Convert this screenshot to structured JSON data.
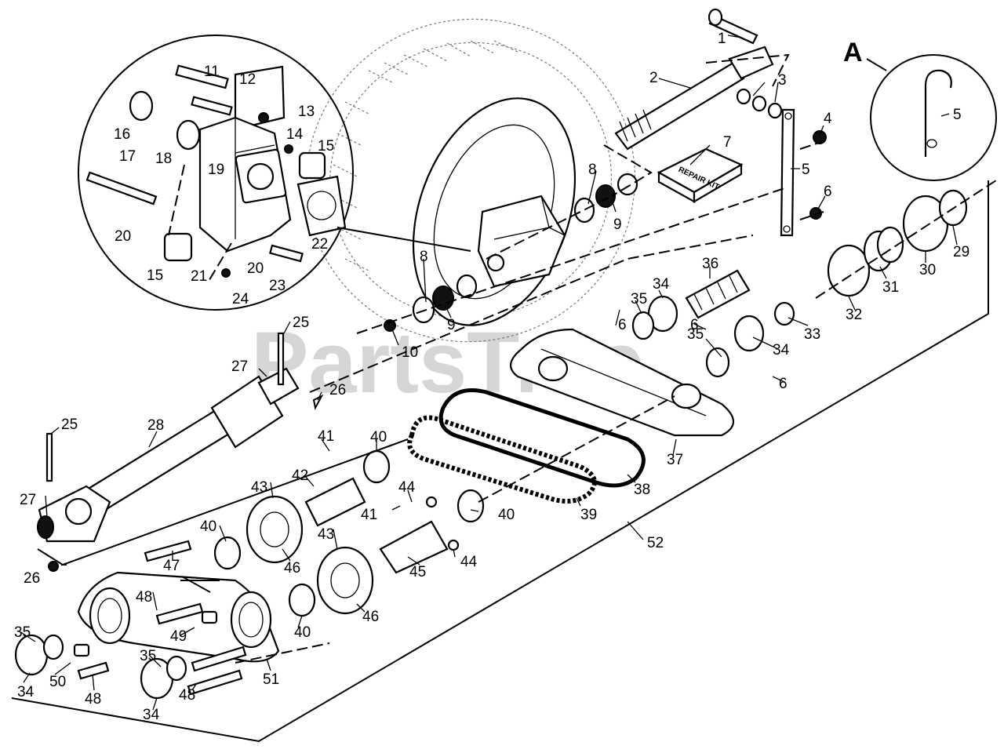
{
  "watermark": "PartsTree",
  "detail_marker": "A",
  "repair_kit_label": "REPAIR KIT",
  "callouts": {
    "c1": "1",
    "c2": "2",
    "c3": "3",
    "c4": "4",
    "c5a": "5",
    "c5b": "5",
    "c6a": "6",
    "c6b": "6",
    "c6c": "6",
    "c6d": "6",
    "c7": "7",
    "c8a": "8",
    "c8b": "8",
    "c9a": "9",
    "c9b": "9",
    "c10": "10",
    "c11": "11",
    "c12": "12",
    "c13": "13",
    "c14": "14",
    "c15a": "15",
    "c15b": "15",
    "c16": "16",
    "c17": "17",
    "c18": "18",
    "c19": "19",
    "c20a": "20",
    "c20b": "20",
    "c21": "21",
    "c22": "22",
    "c23": "23",
    "c24": "24",
    "c25a": "25",
    "c25b": "25",
    "c26a": "26",
    "c26b": "26",
    "c27a": "27",
    "c27b": "27",
    "c28": "28",
    "c29": "29",
    "c30": "30",
    "c31": "31",
    "c32": "32",
    "c33": "33",
    "c34a": "34",
    "c34b": "34",
    "c34c": "34",
    "c34d": "34",
    "c35a": "35",
    "c35b": "35",
    "c35c": "35",
    "c35d": "35",
    "c36": "36",
    "c37": "37",
    "c38": "38",
    "c39": "39",
    "c40a": "40",
    "c40b": "40",
    "c40c": "40",
    "c40d": "40",
    "c41a": "41",
    "c41b": "41",
    "c42": "42",
    "c43a": "43",
    "c43b": "43",
    "c44a": "44",
    "c44b": "44",
    "c45": "45",
    "c46a": "46",
    "c46b": "46",
    "c47": "47",
    "c48a": "48",
    "c48b": "48",
    "c48c": "48",
    "c49": "49",
    "c50": "50",
    "c51": "51",
    "c52": "52"
  }
}
